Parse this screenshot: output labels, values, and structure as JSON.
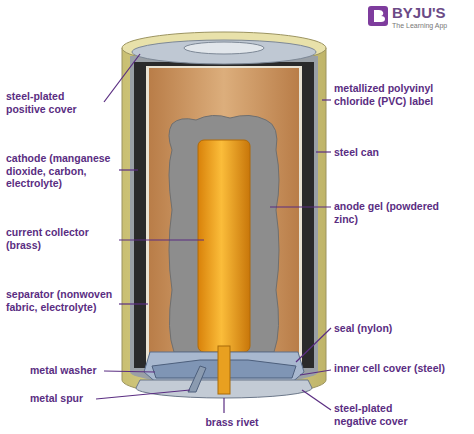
{
  "diagram": {
    "labels": [
      "steel-plated positive cover",
      "cathode (manganese dioxide, carbon, electrolyte)",
      "current collector (brass)",
      "separator (nonwoven fabric, electrolyte)",
      "metal washer",
      "metal spur",
      "brass rivet",
      "metallized polyvinyl chloride (PVC) label",
      "steel can",
      "anode gel (powdered zinc)",
      "seal (nylon)",
      "inner cell cover (steel)",
      "steel-plated negative cover",
      "BYJU'S",
      "The Learning App"
    ]
  }
}
